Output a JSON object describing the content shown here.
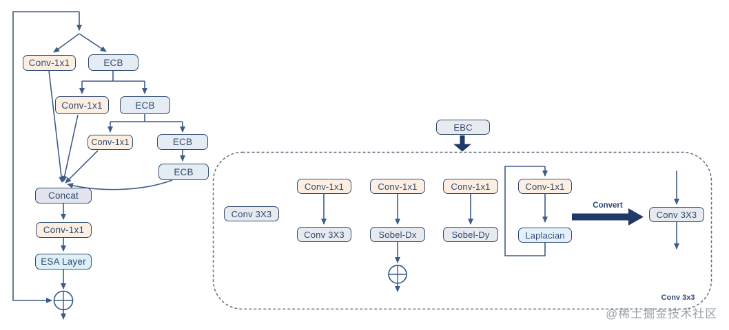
{
  "colors": {
    "bg": "#ffffff",
    "line": "#3d5c88",
    "border": "#2e4a72",
    "text": "#2e4a72",
    "thick": "#1f3a68",
    "dash": "#606b80",
    "cream": "#fcefe2",
    "blue": "#e6ecf3",
    "gray": "#e7eaef",
    "lavender": "#e3e4ee",
    "cyan": "#def0f6",
    "lightblue": "#e5f1fa",
    "watermark": "#9aa1ab"
  },
  "nodes": {
    "tree_conv1": "Conv-1x1",
    "tree_ecb1": "ECB",
    "tree_conv2": "Conv-1x1",
    "tree_ecb2": "ECB",
    "tree_conv3": "Conv-1x1",
    "tree_ecb3": "ECB",
    "tree_ecb4": "ECB",
    "concat": "Concat",
    "conv_after_concat": "Conv-1x1",
    "esa_layer": "ESA Layer",
    "ebc": "EBC",
    "conv3x3_single": "Conv 3X3",
    "branch1_conv1x1": "Conv-1x1",
    "branch1_conv3x3": "Conv 3X3",
    "branch2_conv1x1": "Conv-1x1",
    "branch2_sobel_dx": "Sobel-Dx",
    "branch3_conv1x1": "Conv-1x1",
    "branch3_sobel_dy": "Sobel-Dy",
    "branch4_conv1x1": "Conv-1x1",
    "branch4_laplacian": "Laplacian",
    "converted_conv3x3": "Conv 3X3"
  },
  "captions": {
    "convert": "Convert",
    "corner": "Conv 3x3"
  },
  "watermark": "@稀土掘金技术社区"
}
